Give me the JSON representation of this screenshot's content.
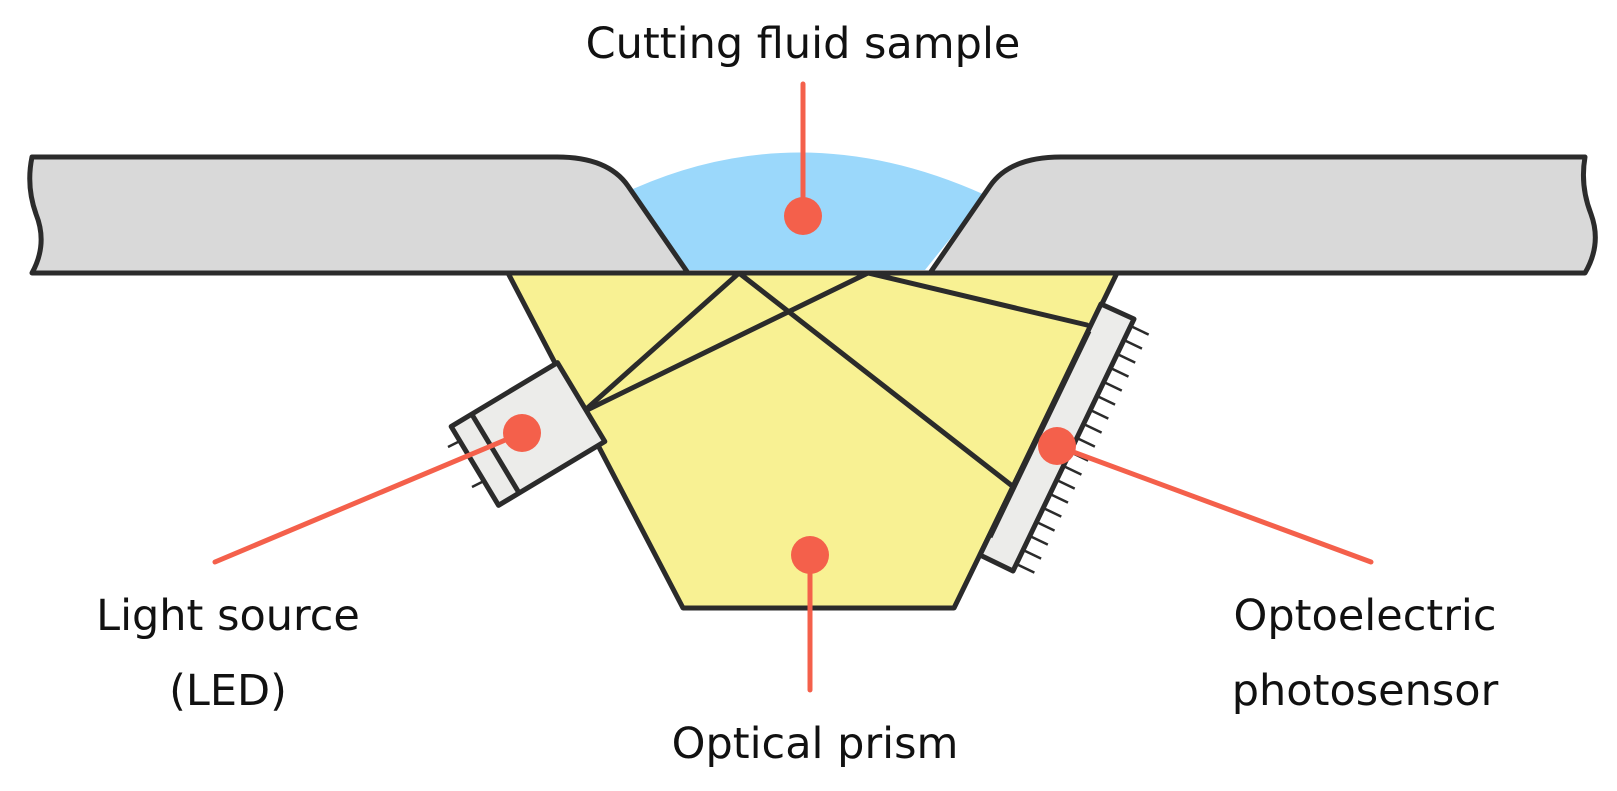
{
  "labels": {
    "sample": "Cutting fluid sample",
    "light_source_line1": "Light source",
    "light_source_line2": "(LED)",
    "prism": "Optical prism",
    "sensor_line1": "Optoelectric",
    "sensor_line2": "photosensor"
  },
  "colors": {
    "housing": "#d9d9d9",
    "prism": "#f8f193",
    "fluid": "#9bd8fb",
    "led_body": "#ececea",
    "sensor_body": "#ececea",
    "leader": "#f4604b",
    "outline": "#2b2b2b"
  },
  "icons": {
    "led": "led-icon",
    "sensor": "photosensor-icon",
    "prism": "prism-icon"
  }
}
